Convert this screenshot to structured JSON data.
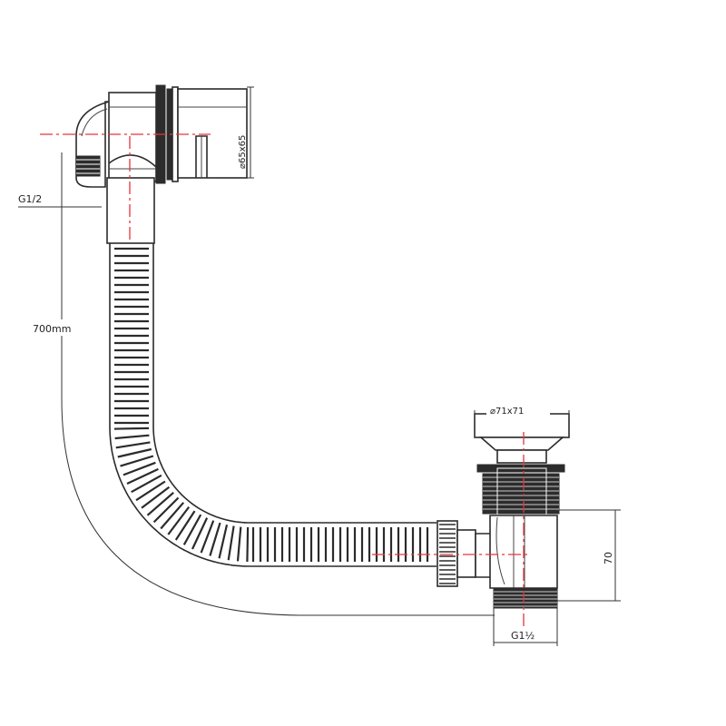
{
  "dimensions": {
    "thread_top": "G1/2",
    "hose_length": "700mm",
    "overflow_size": "⌀65x65",
    "waste_cap": "⌀71x71",
    "waste_height": "70",
    "thread_bottom": "G1½"
  },
  "colors": {
    "line": "#2b2b2b",
    "centerline": "#e8343c",
    "dark_rings": "#2c2c2c"
  }
}
